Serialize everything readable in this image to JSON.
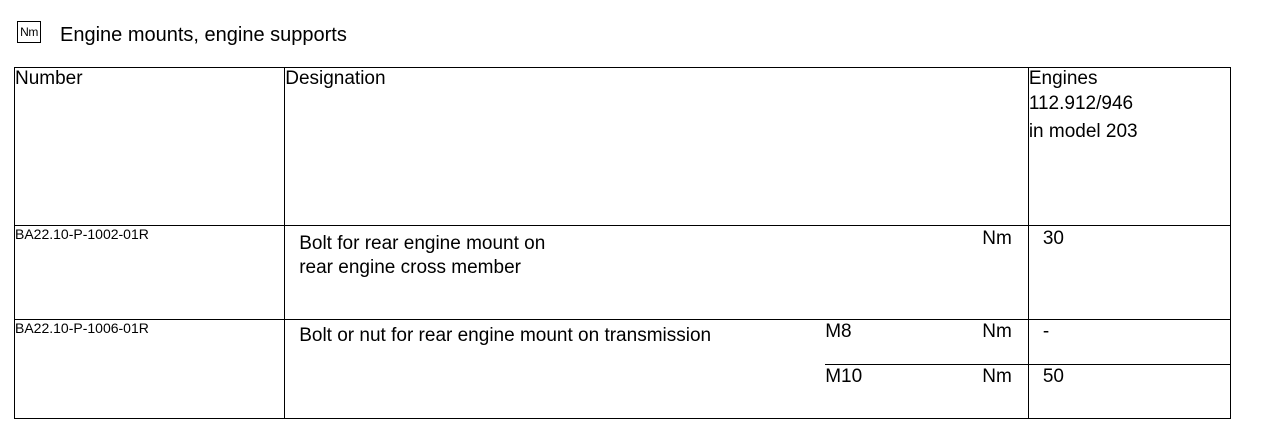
{
  "header": {
    "icon_label": "Nm",
    "title": "Engine mounts, engine supports"
  },
  "table": {
    "columns": {
      "number": "Number",
      "designation": "Designation",
      "engines_label": "Engines",
      "engines_code": "112.912/946",
      "engines_model": "in model 203"
    },
    "rows": [
      {
        "number": "BA22.10-P-1002-01R",
        "designation_line1": "Bolt for rear engine mount on",
        "designation_line2": "rear engine cross member",
        "unit": "Nm",
        "value": "30"
      },
      {
        "number": "BA22.10-P-1006-01R",
        "designation": "Bolt or nut for rear engine mount on transmission",
        "sub_rows": [
          {
            "size": "M8",
            "unit": "Nm",
            "value": "-"
          },
          {
            "size": "M10",
            "unit": "Nm",
            "value": "50"
          }
        ]
      }
    ]
  }
}
